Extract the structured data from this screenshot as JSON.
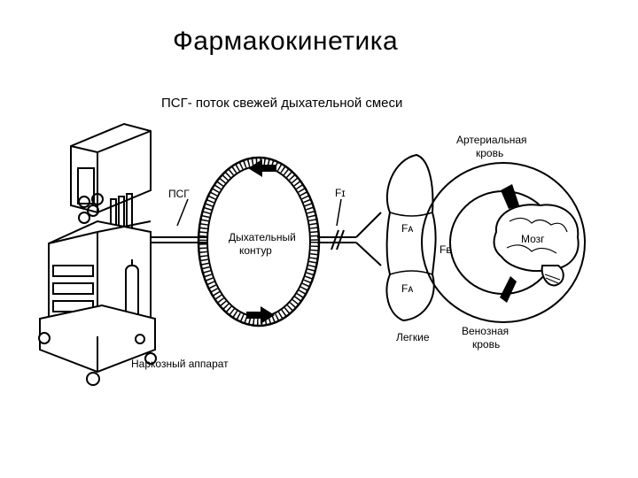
{
  "slide": {
    "title": "Фармакокинетика",
    "subtitle": "ПСГ- поток свежей дыхательной смеси"
  },
  "diagram": {
    "labels": {
      "psg": "ПСГ",
      "circuit_line1": "Дыхательный",
      "circuit_line2": "контур",
      "fi": "Fɪ",
      "fa_top": "Fᴀ",
      "fa_bottom": "Fᴀ",
      "fa_mid": "Fᴃ",
      "lungs": "Легкие",
      "arterial_line1": "Артериальная",
      "arterial_line2": "кровь",
      "brain": "Мозг",
      "venous_line1": "Венозная",
      "venous_line2": "кровь",
      "machine": "Наркозный аппарат"
    }
  }
}
